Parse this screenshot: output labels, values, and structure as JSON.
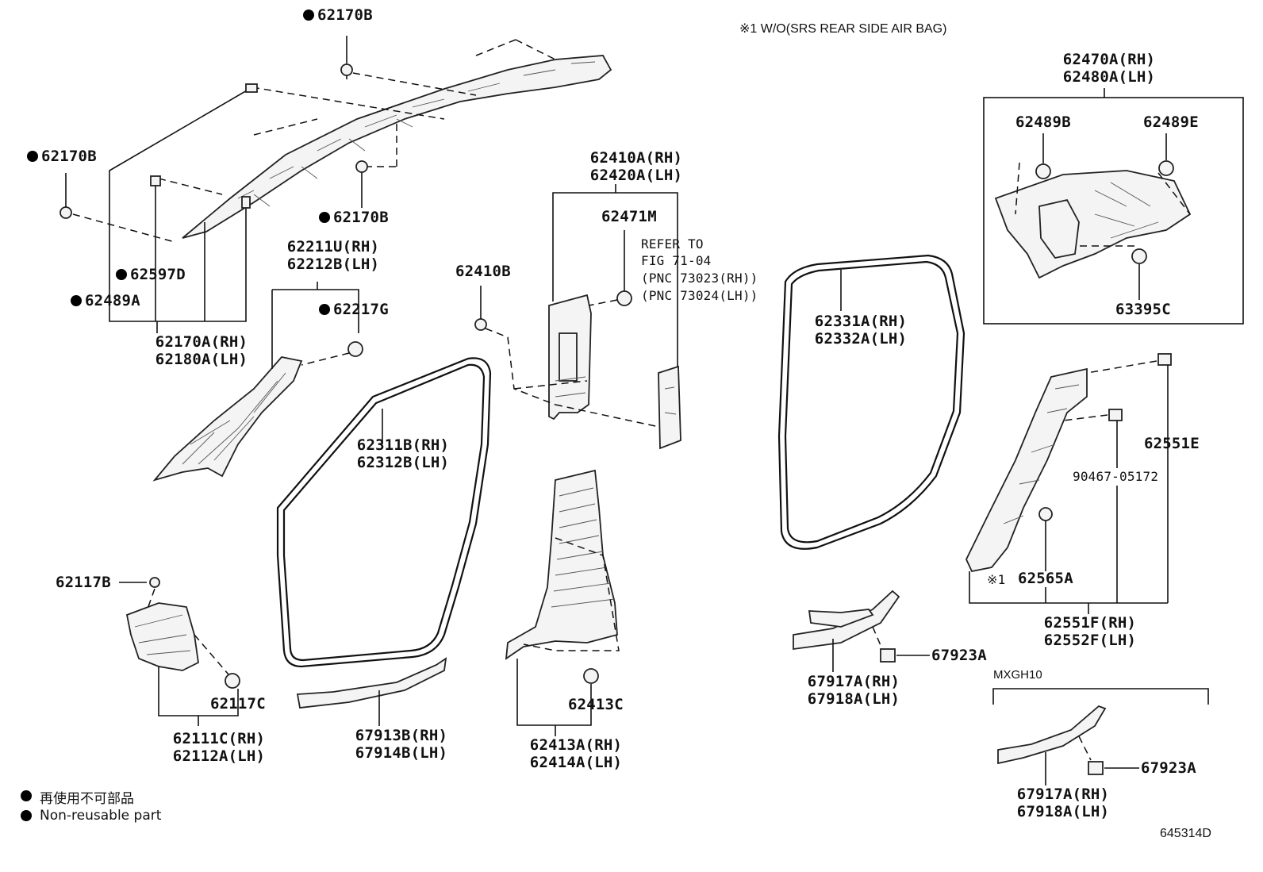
{
  "header_note": "※1 W/O(SRS REAR SIDE AIR BAG)",
  "diagram_id": "645314D",
  "legend": {
    "jp": "再使用不可部品",
    "en": "Non-reusable part"
  },
  "labels": {
    "p62170B_top": "62170B",
    "p62170B_left": "62170B",
    "p62170B_mid": "62170B",
    "p62597D": "62597D",
    "p62489A": "62489A",
    "p62170A": "62170A(RH)",
    "p62180A": "62180A(LH)",
    "p62211U": "62211U(RH)",
    "p62212B": "62212B(LH)",
    "p62217G": "62217G",
    "p62410A": "62410A(RH)",
    "p62420A": "62420A(LH)",
    "p62471M": "62471M",
    "refer_1": "REFER TO",
    "refer_2": "FIG 71-04",
    "refer_3": "(PNC 73023(RH))",
    "refer_4": "(PNC 73024(LH))",
    "p62410B": "62410B",
    "p62311B": "62311B(RH)",
    "p62312B": "62312B(LH)",
    "p62331A": "62331A(RH)",
    "p62332A": "62332A(LH)",
    "p62470A": "62470A(RH)",
    "p62480A": "62480A(LH)",
    "p62489B": "62489B",
    "p62489E": "62489E",
    "p63395C": "63395C",
    "p62551E": "62551E",
    "p90467": "90467-05172",
    "mark1": "※1",
    "p62565A": "62565A",
    "p62551F": "62551F(RH)",
    "p62552F": "62552F(LH)",
    "p62117B": "62117B",
    "p62117C": "62117C",
    "p62111C": "62111C(RH)",
    "p62112A": "62112A(LH)",
    "p67913B": "67913B(RH)",
    "p67914B": "67914B(LH)",
    "p62413C": "62413C",
    "p62413A": "62413A(RH)",
    "p62414A": "62414A(LH)",
    "p67923A_1": "67923A",
    "p67917A_1": "67917A(RH)",
    "p67918A_1": "67918A(LH)",
    "mxgh": "MXGH10",
    "p67923A_2": "67923A",
    "p67917A_2": "67917A(RH)",
    "p67918A_2": "67918A(LH)"
  },
  "non_reusable": [
    "p62170B_top",
    "p62170B_left",
    "p62170B_mid",
    "p62597D",
    "p62489A",
    "p62217G"
  ]
}
